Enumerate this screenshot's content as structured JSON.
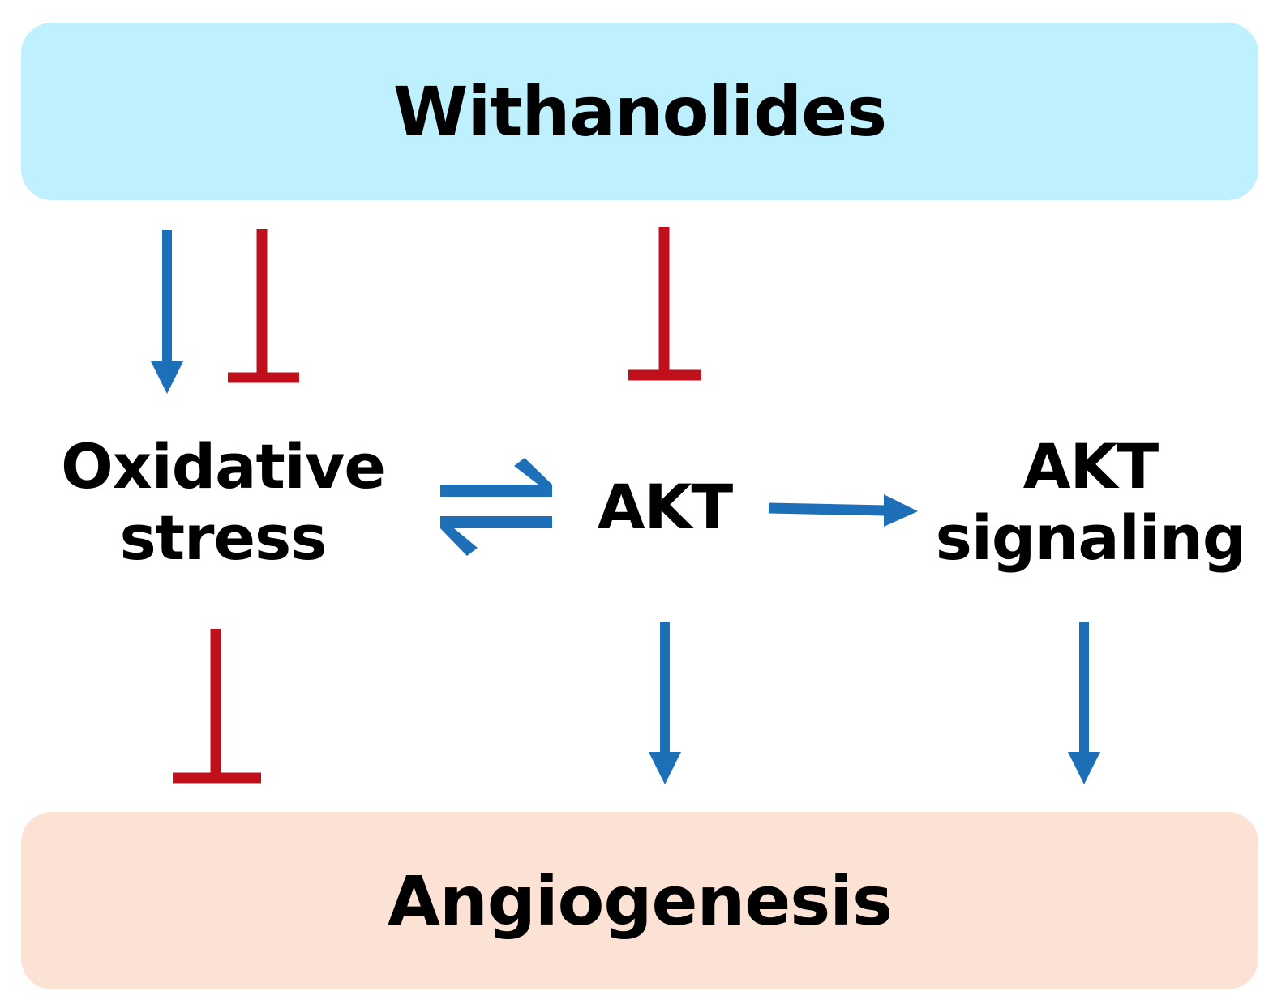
{
  "colors": {
    "top_box_fill": "#bff0fd",
    "bottom_box_fill": "#fbe2d4",
    "activation": "#1d6fb8",
    "inhibition": "#c0101c",
    "text": "#000000"
  },
  "nodes": {
    "top": "Withanolides",
    "oxidative_line1": "Oxidative",
    "oxidative_line2": "stress",
    "akt": "AKT",
    "akt_signaling_line1": "AKT",
    "akt_signaling_line2": "signaling",
    "bottom": "Angiogenesis"
  },
  "edges": [
    {
      "from": "Withanolides",
      "to": "Oxidative stress",
      "type": "activation"
    },
    {
      "from": "Withanolides",
      "to": "Oxidative stress",
      "type": "inhibition"
    },
    {
      "from": "Withanolides",
      "to": "AKT",
      "type": "inhibition"
    },
    {
      "from": "Oxidative stress",
      "to": "AKT",
      "type": "reversible"
    },
    {
      "from": "AKT",
      "to": "AKT signaling",
      "type": "activation"
    },
    {
      "from": "Oxidative stress",
      "to": "Angiogenesis",
      "type": "inhibition"
    },
    {
      "from": "AKT",
      "to": "Angiogenesis",
      "type": "activation"
    },
    {
      "from": "AKT signaling",
      "to": "Angiogenesis",
      "type": "activation"
    }
  ]
}
